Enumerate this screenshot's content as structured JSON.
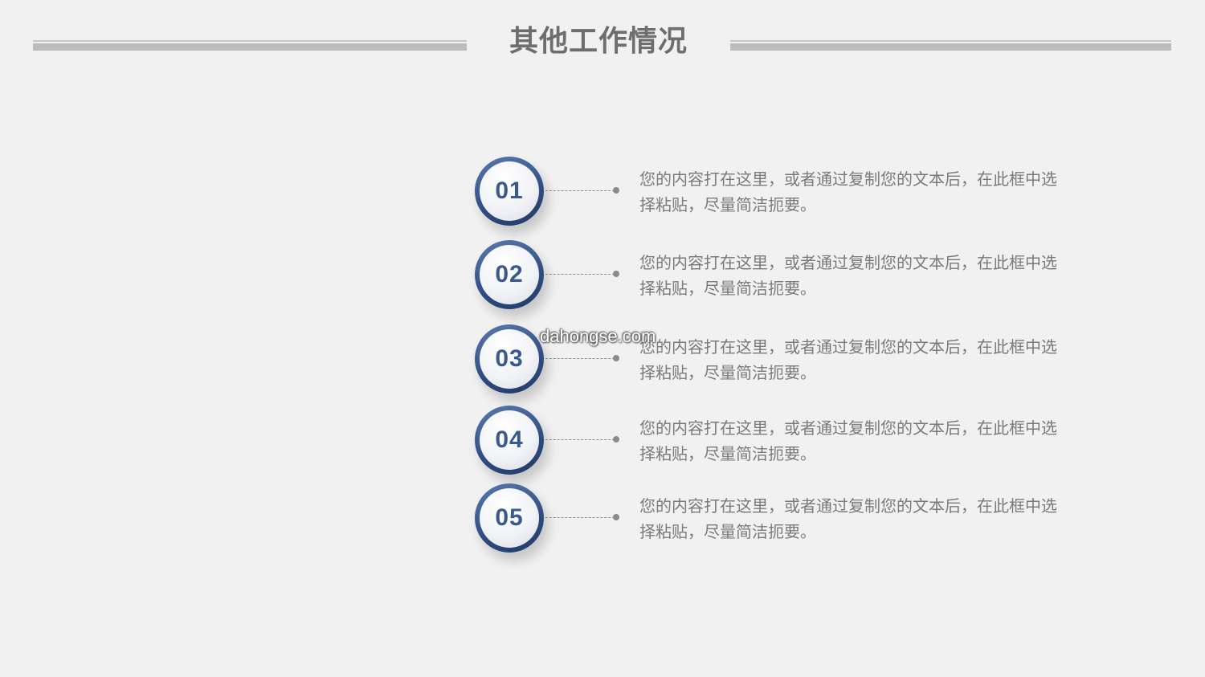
{
  "slide": {
    "title": "其他工作情况",
    "colors": {
      "background": "#f1f1f1",
      "title": "#6e6e6e",
      "badge_ring": "#2f4c80",
      "badge_number": "#3a5a8e",
      "body_text": "#7a7a7a"
    }
  },
  "items": [
    {
      "number": "01",
      "text": "您的内容打在这里，或者通过复制您的文本后，在此框中选择粘贴，尽量简洁扼要。"
    },
    {
      "number": "02",
      "text": "您的内容打在这里，或者通过复制您的文本后，在此框中选择粘贴，尽量简洁扼要。"
    },
    {
      "number": "03",
      "text": "您的内容打在这里，或者通过复制您的文本后，在此框中选择粘贴，尽量简洁扼要。"
    },
    {
      "number": "04",
      "text": "您的内容打在这里，或者通过复制您的文本后，在此框中选择粘贴，尽量简洁扼要。"
    },
    {
      "number": "05",
      "text": "您的内容打在这里，或者通过复制您的文本后，在此框中选择粘贴，尽量简洁扼要。"
    }
  ],
  "watermark": "dahongse.com"
}
